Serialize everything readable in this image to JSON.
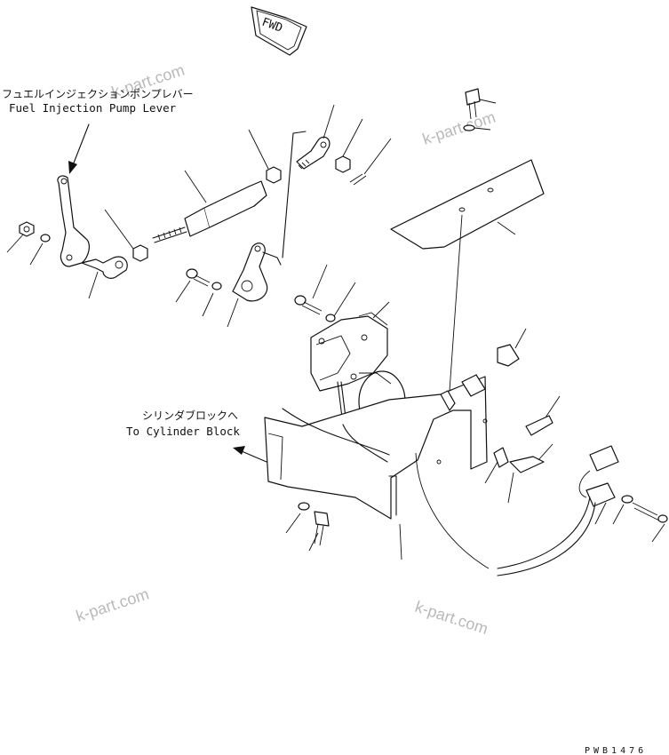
{
  "fwd_badge": "FWD",
  "labels": {
    "pump_lever_jp": "フュエルインジェクションポンプレバー",
    "pump_lever_en": "Fuel Injection Pump Lever",
    "cylinder_block_jp": "シリンダブロックへ",
    "cylinder_block_en": "To Cylinder Block"
  },
  "watermarks": [
    "k-part.com",
    "k-part.com",
    "k-part.com",
    "k-part.com"
  ],
  "drawing_code": "PWB1476"
}
